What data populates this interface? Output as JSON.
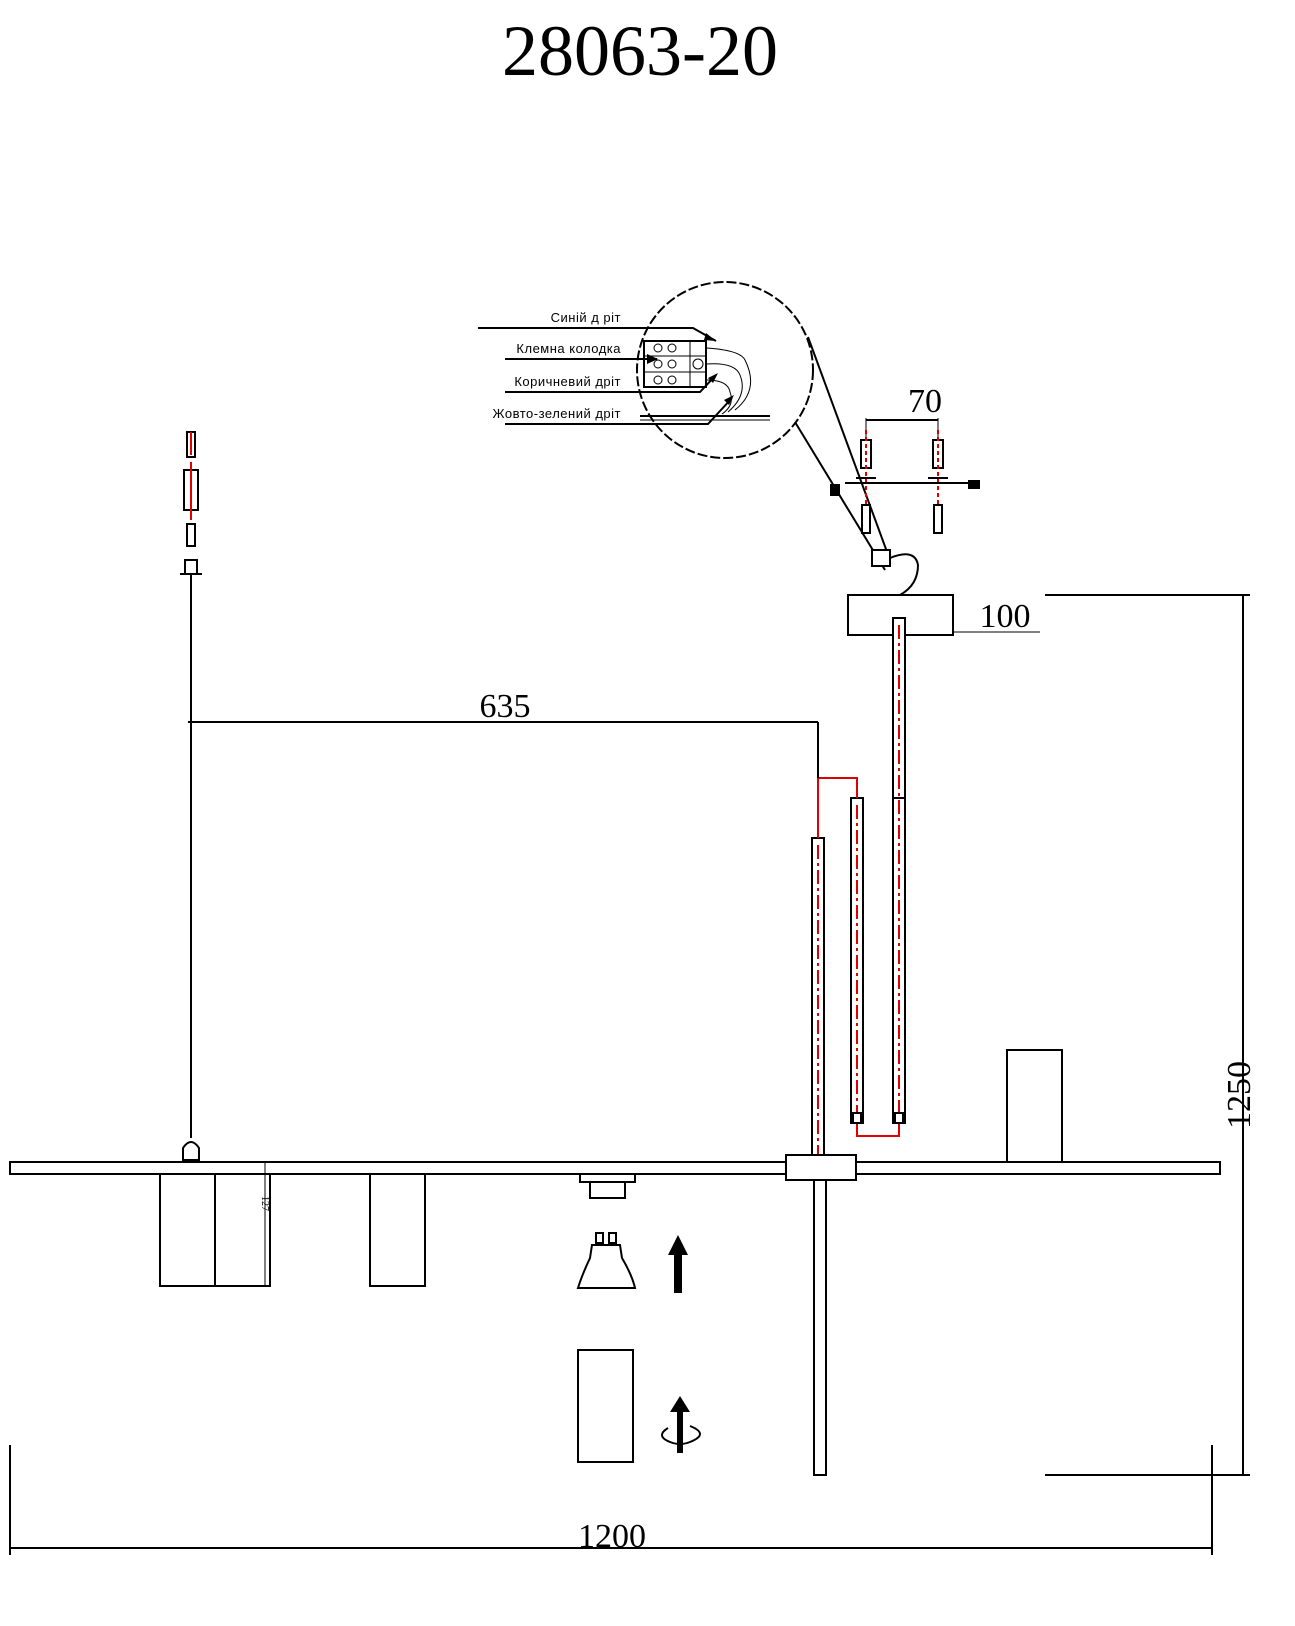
{
  "title": "28063-20",
  "dimensions": {
    "mount_spacing": "70",
    "canopy_width": "100",
    "rod_offset": "635",
    "bar_height": "127",
    "total_height": "1250",
    "total_width": "1200"
  },
  "wiring_labels": [
    "Синій д ріт",
    "Клемна колодка",
    "Коричневий дріт",
    "Жовто-зелений дріт"
  ],
  "icons": [
    "gu10-bulb-icon",
    "arrow-up-icon",
    "rotate-icon",
    "ground-symbol-icon"
  ],
  "colors": {
    "line": "#000000",
    "accent": "#e00000",
    "background": "#ffffff"
  }
}
